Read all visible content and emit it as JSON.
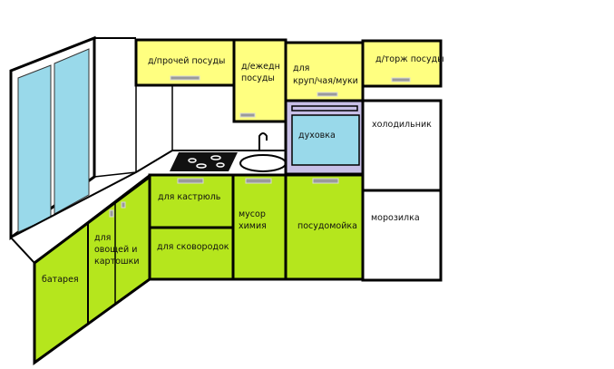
{
  "upper_cabinets": {
    "dishes_other": "д/прочей посуды",
    "dishes_daily_1": "д/ежедн",
    "dishes_daily_2": "посуды",
    "groceries_1": "для",
    "groceries_2": "круп/чая/муки",
    "dishes_festive": "д/торж посуды"
  },
  "appliances": {
    "oven": "духовка",
    "fridge": "холодильник",
    "freezer": "морозилка",
    "dishwasher": "посудомойка"
  },
  "lower_cabinets": {
    "radiator": "батарея",
    "vegetables_1": "для",
    "vegetables_2": "овощей и",
    "vegetables_3": "картошки",
    "pots": "для кастрюль",
    "pans": "для сковородок",
    "trash_1": "мусор",
    "trash_2": "химия"
  },
  "colors": {
    "upper": "#ffff80",
    "lower": "#b5e61d",
    "oven": "#c8bfe7",
    "glass": "#99d9ea"
  }
}
